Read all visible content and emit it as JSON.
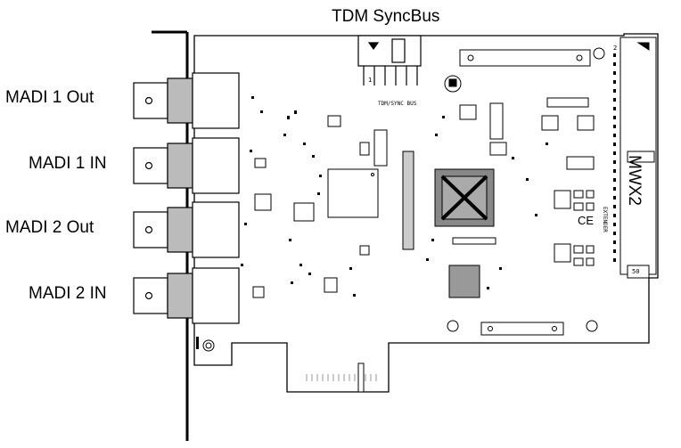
{
  "labels": {
    "tdm_syncbus": "TDM SyncBus",
    "madi1_out": "MADI 1 Out",
    "madi1_in": "MADI 1 IN",
    "madi2_out": "MADI 2 Out",
    "madi2_in": "MADI 2 IN",
    "mwx2": "MWX2"
  },
  "silkscreen": {
    "tdm_sync_bus": "TDM/SYNC BUS",
    "pin_1": "1",
    "pin_2": "2",
    "ce_mark": "CE",
    "extender": "EXTENDER",
    "connector_50": "50"
  }
}
